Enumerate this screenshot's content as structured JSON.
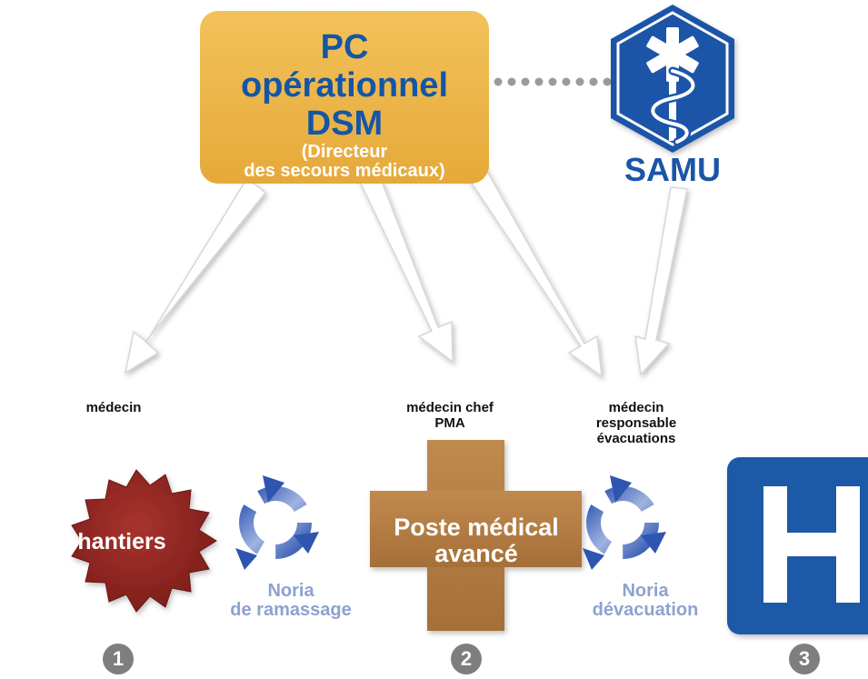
{
  "pc": {
    "title_line1": "PC",
    "title_line2": "opérationnel",
    "title_line3": "DSM",
    "subtitle_line1": "(Directeur",
    "subtitle_line2": "des secours médicaux)"
  },
  "samu": {
    "label": "SAMU"
  },
  "roles": {
    "medecin": "médecin",
    "chef_line1": "médecin chef",
    "chef_line2": "PMA",
    "resp_line1": "médecin",
    "resp_line2": "responsable",
    "resp_line3": "évacuations"
  },
  "chantiers": {
    "label": "Chantiers"
  },
  "noria_ramassage": {
    "line1": "Noria",
    "line2": "de ramassage"
  },
  "pma": {
    "line1": "Poste médical",
    "line2": "avancé"
  },
  "noria_evacuation": {
    "line1": "Noria",
    "line2": "dévacuation"
  },
  "hospital": {
    "letter": "H"
  },
  "steps": [
    "1",
    "2",
    "3"
  ],
  "colors": {
    "pc_box": "#e9ae3f",
    "pc_text": "#1456a6",
    "samu_blue": "#1a55a8",
    "chantiers_red": "#8b2420",
    "pma_brown": "#b27b41",
    "hospital_blue": "#1b5aa8",
    "noria_blue": "#4a6fc4",
    "noria_text": "#8da2cf",
    "step_gray": "#7e7e7e"
  },
  "icons": [
    "dotted-connector",
    "samu-caduceus-hexagon-icon",
    "starburst",
    "circular-arrows-icon",
    "cross",
    "hospital-h-icon"
  ]
}
